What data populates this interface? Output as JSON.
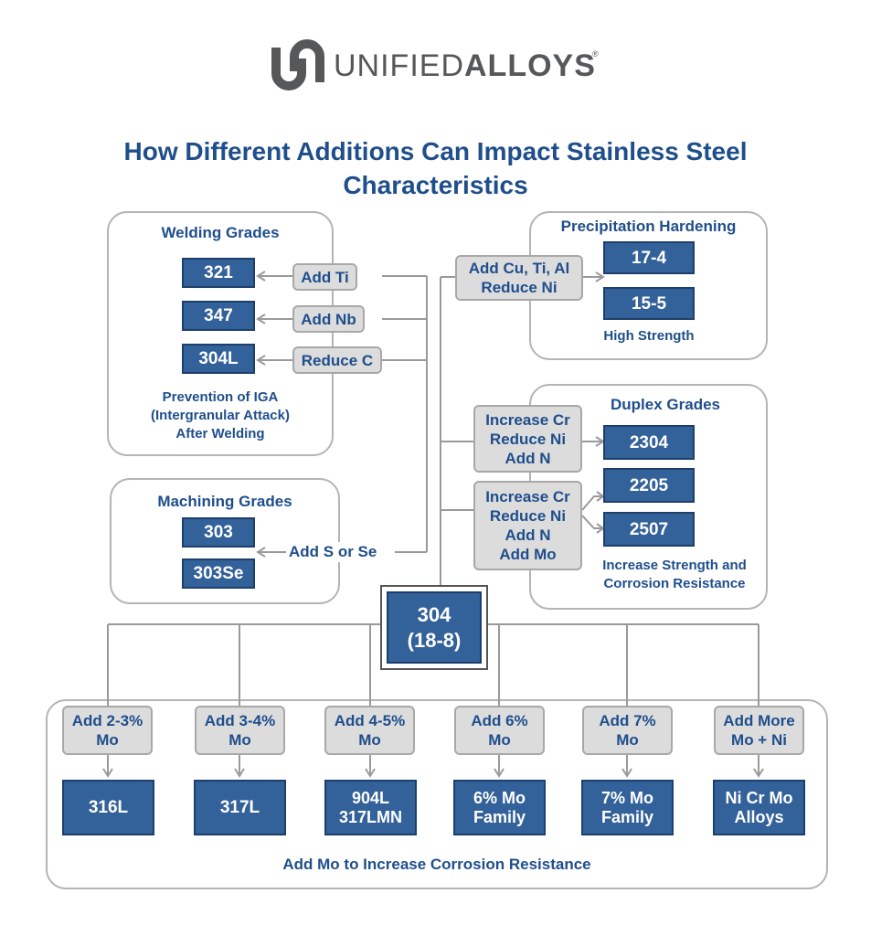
{
  "logo": {
    "text_light": "UNIFIED",
    "text_bold": "ALLOYS",
    "reg": "®"
  },
  "title": {
    "line1": "How Different Additions Can Impact Stainless Steel",
    "line2": "Characteristics"
  },
  "center": {
    "grade": "304",
    "sub": "(18-8)"
  },
  "welding": {
    "title": "Welding Grades",
    "grades": [
      "321",
      "347",
      "304L"
    ],
    "actions": [
      "Add Ti",
      "Add Nb",
      "Reduce C"
    ],
    "note": [
      "Prevention of IGA",
      "(Intergranular Attack)",
      "After Welding"
    ]
  },
  "machining": {
    "title": "Machining Grades",
    "grades": [
      "303",
      "303Se"
    ],
    "action": "Add S or Se"
  },
  "precipitation": {
    "title": "Precipitation Hardening",
    "grades": [
      "17-4",
      "15-5"
    ],
    "action": [
      "Add Cu, Ti, Al",
      "Reduce Ni"
    ],
    "note": "High Strength"
  },
  "duplex": {
    "title": "Duplex Grades",
    "grades": [
      "2304",
      "2205",
      "2507"
    ],
    "action1": [
      "Increase Cr",
      "Reduce Ni",
      "Add N"
    ],
    "action2": [
      "Increase Cr",
      "Reduce Ni",
      "Add N",
      "Add Mo"
    ],
    "note": [
      "Increase Strength and",
      "Corrosion Resistance"
    ]
  },
  "moly": {
    "note": "Add Mo to Increase Corrosion Resistance",
    "columns": [
      {
        "action": [
          "Add 2-3%",
          "Mo"
        ],
        "grade": [
          "316L"
        ]
      },
      {
        "action": [
          "Add 3-4%",
          "Mo"
        ],
        "grade": [
          "317L"
        ]
      },
      {
        "action": [
          "Add 4-5%",
          "Mo"
        ],
        "grade": [
          "904L",
          "317LMN"
        ]
      },
      {
        "action": [
          "Add 6%",
          "Mo"
        ],
        "grade": [
          "6% Mo",
          "Family"
        ]
      },
      {
        "action": [
          "Add 7%",
          "Mo"
        ],
        "grade": [
          "7% Mo",
          "Family"
        ]
      },
      {
        "action": [
          "Add More",
          "Mo + Ni"
        ],
        "grade": [
          "Ni Cr Mo",
          "Alloys"
        ]
      }
    ]
  },
  "colors": {
    "blue": "#33619a",
    "text_blue": "#1f4e8c",
    "gray": "#dcdcdc",
    "line": "#9a9a9a"
  }
}
